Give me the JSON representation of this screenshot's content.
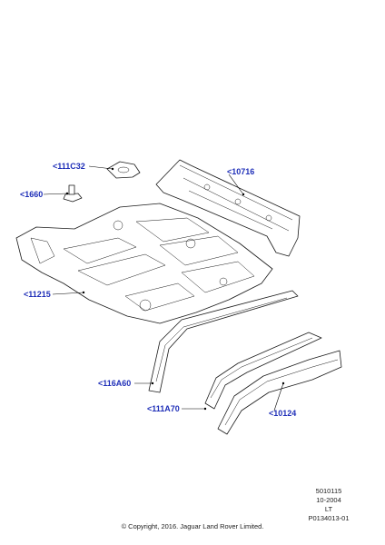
{
  "callouts": [
    {
      "id": "111C32",
      "label": "<111C32"
    },
    {
      "id": "1660",
      "label": "<1660"
    },
    {
      "id": "10716",
      "label": "<10716"
    },
    {
      "id": "11215",
      "label": "<11215"
    },
    {
      "id": "116A60",
      "label": "<116A60"
    },
    {
      "id": "111A70",
      "label": "<111A70"
    },
    {
      "id": "10124",
      "label": "<10124"
    }
  ],
  "meta": {
    "code": "5010115",
    "date": "10-2004",
    "region": "LT",
    "ref": "P0134013-01"
  },
  "copyright": "© Copyright, 2016. Jaguar Land Rover Limited.",
  "colors": {
    "callout": "#1f2fb8",
    "line": "#1a1a1a"
  }
}
